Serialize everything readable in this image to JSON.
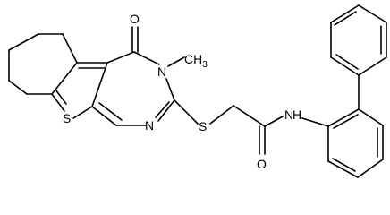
{
  "molecule": {
    "atoms": {
      "O_carbonyl_top": "O",
      "N_methyl": "N",
      "methyl": "CH",
      "methyl_sub": "3",
      "S_thiophene": "S",
      "N_pyrimidine": "N",
      "S_thioether": "S",
      "O_amide": "O",
      "N_amide": "N",
      "H_amide": "H"
    }
  }
}
